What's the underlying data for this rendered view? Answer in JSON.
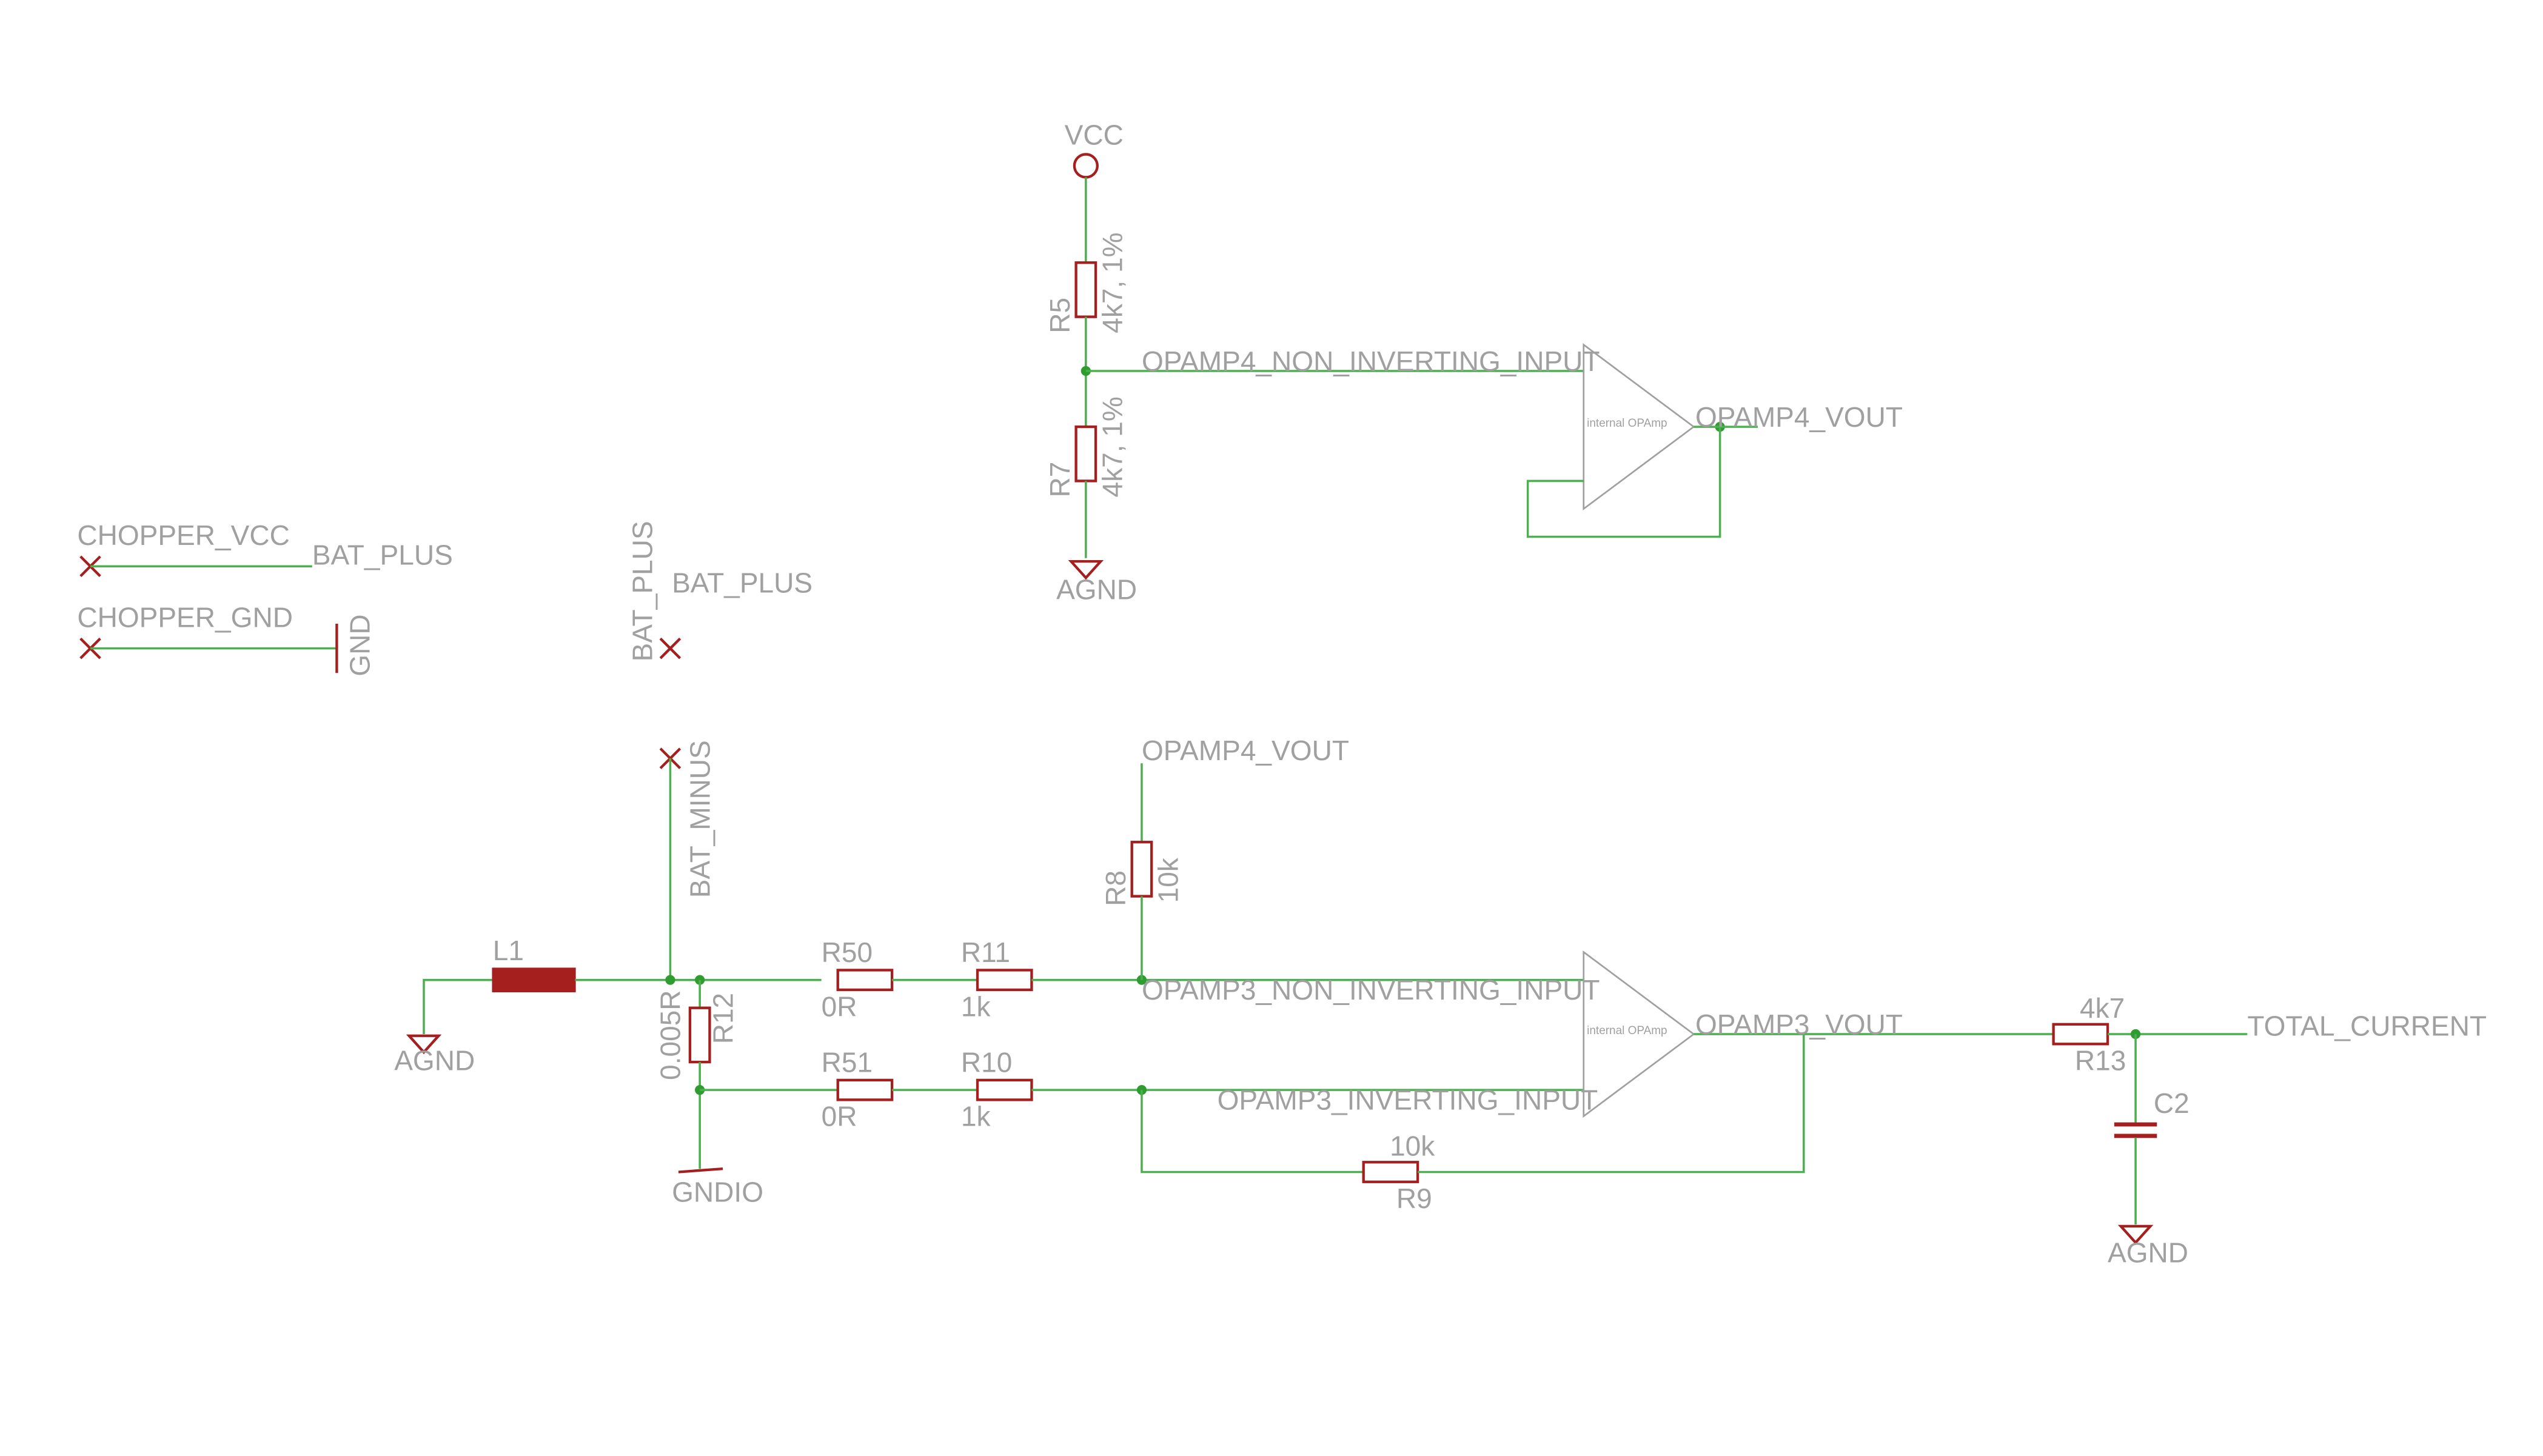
{
  "labels": {
    "vcc": "VCC",
    "r5_name": "R5",
    "r5_value": "4k7, 1%",
    "r7_name": "R7",
    "r7_value": "4k7, 1%",
    "agnd_top": "AGND",
    "opamp4_non_inv": "OPAMP4_NON_INVERTING_INPUT",
    "opamp4_vout": "OPAMP4_VOUT",
    "opamp_internal_4": "internal OPAmp",
    "opamp_internal_3": "internal OPAmp",
    "chopper_vcc": "CHOPPER_VCC",
    "bat_plus_1": "BAT_PLUS",
    "chopper_gnd": "CHOPPER_GND",
    "gnd": "GND",
    "bat_plus_vertical": "BAT_PLUS",
    "bat_plus_2": "BAT_PLUS",
    "bat_minus": "BAT_MINUS",
    "opamp4_vout_ref": "OPAMP4_VOUT",
    "r8_name": "R8",
    "r8_value": "10k",
    "l1_name": "L1",
    "agnd_left": "AGND",
    "r12_value": "0.005R",
    "r12_name": "R12",
    "r50_name": "R50",
    "r50_value": "0R",
    "r11_name": "R11",
    "r11_value": "1k",
    "opamp3_non_inv": "OPAMP3_NON_INVERTING_INPUT",
    "opamp3_vout": "OPAMP3_VOUT",
    "r13_value": "4k7",
    "r13_name": "R13",
    "total_current": "TOTAL_CURRENT",
    "r51_name": "R51",
    "r51_value": "0R",
    "r10_name": "R10",
    "r10_value": "1k",
    "opamp3_inv": "OPAMP3_INVERTING_INPUT",
    "c2_name": "C2",
    "gndio": "GNDIO",
    "r9_value": "10k",
    "r9_name": "R9",
    "agnd_right": "AGND"
  },
  "colors": {
    "wire": "#4caf50",
    "symbol": "#a51f1f",
    "text": "#a0a0a0",
    "junction": "#2e9c2e"
  }
}
